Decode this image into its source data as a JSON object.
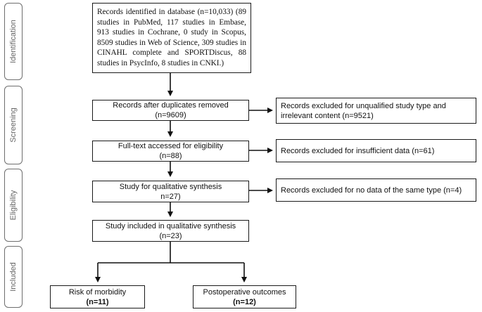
{
  "phases": {
    "identification": "Identification",
    "screening": "Screening",
    "eligibility": "Eligibility",
    "included": "Included"
  },
  "boxes": {
    "records_identified": "Records identified in database (n=10,033) (89 studies in PubMed, 117 studies in Embase, 913 studies in Cochrane, 0 study in Scopus, 8509 studies in Web of Science, 309 studies in CINAHL complete and SPORTDiscus, 88 studies in PsycInfo, 8 studies in CNKI.)",
    "after_duplicates": {
      "line1": "Records after duplicates removed",
      "line2": "(n=9609)"
    },
    "fulltext": {
      "line1": "Full-text accessed for eligibility",
      "line2": "(n=88)"
    },
    "qualitative_synthesis": {
      "line1": "Study for qualitative synthesis",
      "line2": "n=27)"
    },
    "included_qualitative": {
      "line1": "Study included in qualitative synthesis",
      "line2": "(n=23)"
    },
    "risk_morbidity": {
      "line1": "Risk of morbidity",
      "line2": "(n=11)"
    },
    "postoperative": {
      "line1": "Postoperative outcomes",
      "line2": "(n=12)"
    }
  },
  "exclusions": {
    "unqualified": "Records excluded for unqualified study type and irrelevant content (n=9521)",
    "insufficient": "Records excluded for insufficient data (n=61)",
    "no_data_same_type": "Records excluded for no data of the same type (n=4)"
  }
}
